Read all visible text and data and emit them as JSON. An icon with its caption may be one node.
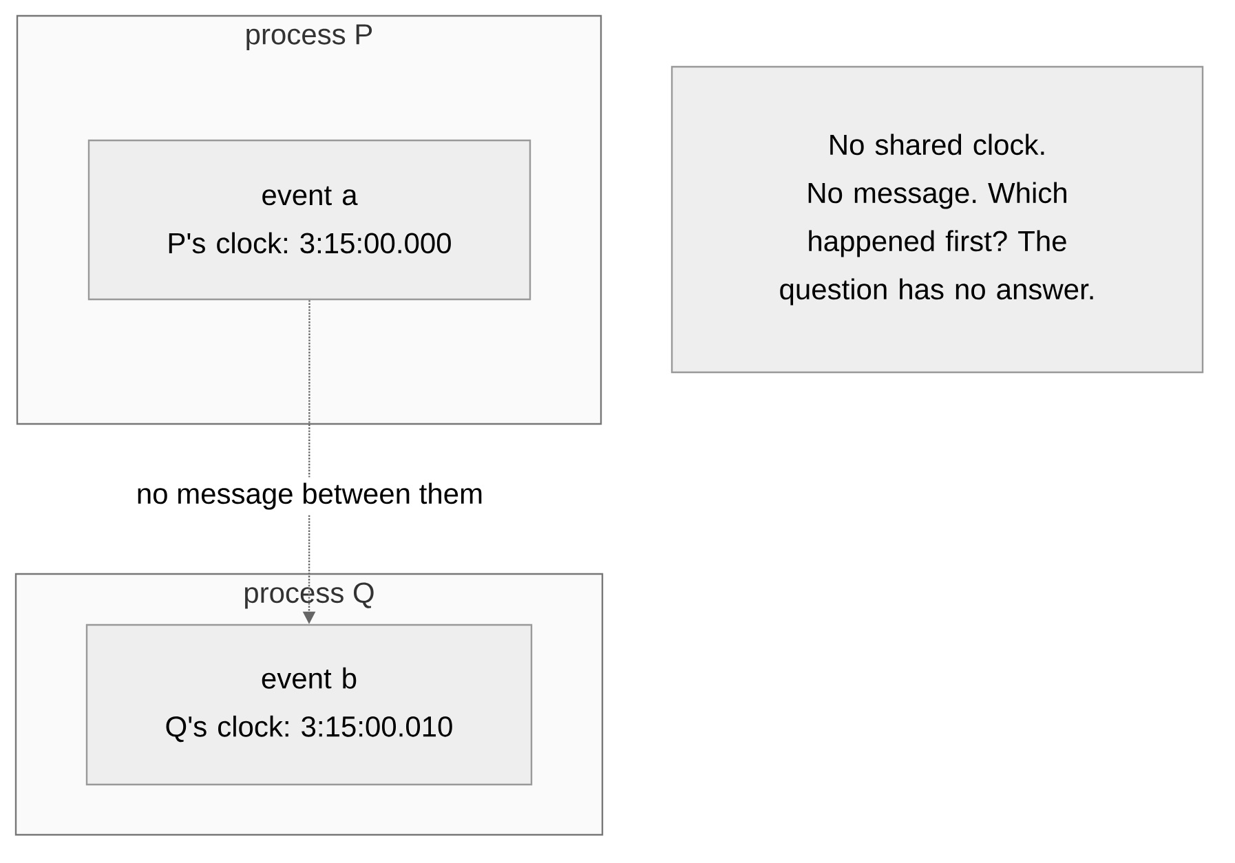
{
  "diagram": {
    "nodes": [
      {
        "text": [
          "process P"
        ]
      },
      {
        "text": [
          "event a",
          "P's clock: 3:15:00.000"
        ],
        "in": 0
      },
      {
        "text": [
          "process Q"
        ]
      },
      {
        "text": [
          "event b",
          "Q's clock: 3:15:00.010"
        ],
        "in": 2
      },
      {
        "text": [
          "No shared clock. No message. Which happened first? The question has no answer."
        ]
      }
    ],
    "edges": [
      {
        "from": 1,
        "to": 3,
        "arrow": "to",
        "style": "dashed",
        "label": "no message between them"
      }
    ]
  }
}
